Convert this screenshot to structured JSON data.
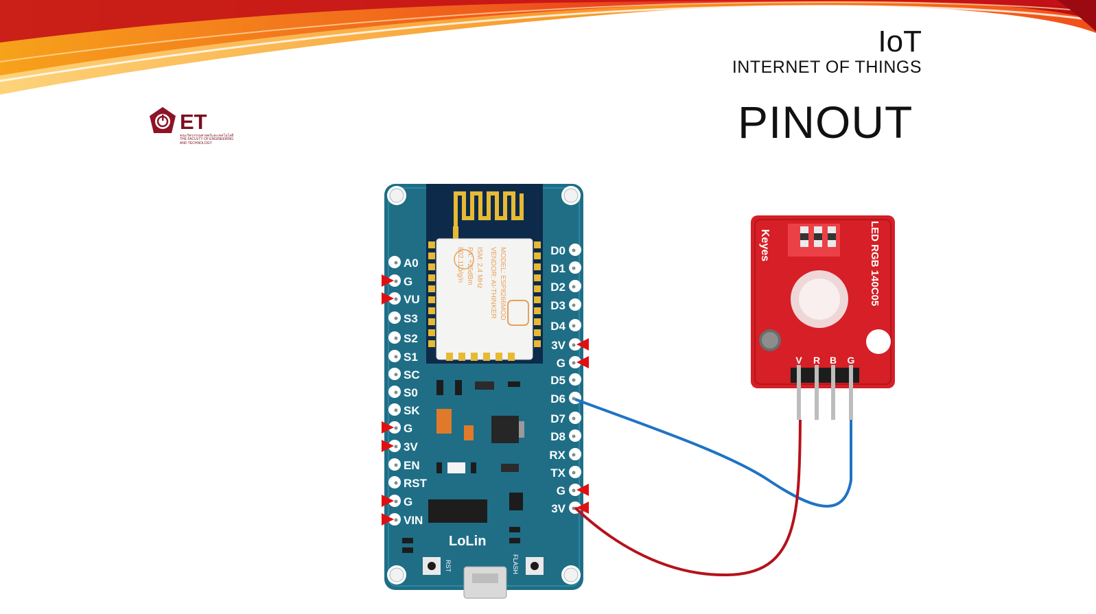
{
  "header": {
    "title": "IoT",
    "subtitle": "INTERNET OF THINGS"
  },
  "slide": {
    "title": "PINOUT"
  },
  "logo": {
    "mark": "ET",
    "line_thai": "คณะวิศวกรรมศาสตร์และเทคโนโลยี",
    "line_en1": "THE FACULTY OF ENGINEERING",
    "line_en2": "AND TECHNOLOGY"
  },
  "board": {
    "brand_label": "LoLin",
    "rst_label": "RST",
    "flash_label": "FLASH",
    "module_lines": [
      "MODEL: ESP8266MOD",
      "VENDOR: AI-THINKER",
      "ISM: 2.4 MHz",
      "PA: +25dBm",
      "802.11b/g/n"
    ],
    "left_pins": [
      "A0",
      "G",
      "VU",
      "S3",
      "S2",
      "S1",
      "SC",
      "S0",
      "SK",
      "G",
      "3V",
      "EN",
      "RST",
      "G",
      "VIN"
    ],
    "right_pins": [
      "D0",
      "D1",
      "D2",
      "D3",
      "D4",
      "3V",
      "G",
      "D5",
      "D6",
      "D7",
      "D8",
      "RX",
      "TX",
      "G",
      "3V"
    ],
    "colors": {
      "pcb": "#1f6e86",
      "pcb_dark": "#145468",
      "module": "#0e2a4a",
      "gold": "#e7b934"
    }
  },
  "led_module": {
    "brand_label": "Keyes",
    "model_label": "LED RGB 140C05",
    "header_pins": [
      "V",
      "R",
      "B",
      "G"
    ],
    "colors": {
      "pcb": "#d61f26",
      "pcb_dark": "#b3161c"
    }
  },
  "wires": [
    {
      "from": "D6",
      "to": "G",
      "color": "#1f73c4"
    },
    {
      "from": "3V",
      "to": "V",
      "color": "#b5121b"
    }
  ],
  "markers_color": "#e01010"
}
